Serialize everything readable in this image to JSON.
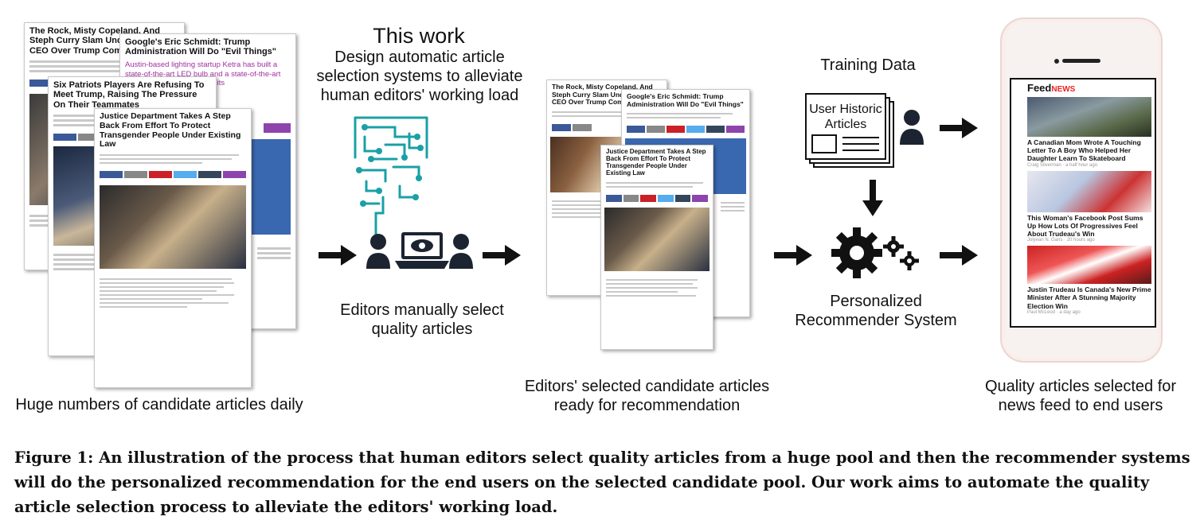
{
  "left_cards": {
    "card1_title": "The Rock, Misty Copeland, And Steph Curry Slam Under Armour CEO Over Trump Comments",
    "card2_title": "Google's Eric Schmidt: Trump Administration Will Do \"Evil Things\"",
    "card2_sub": "Austin-based lighting startup Ketra has built a state-of-the-art LED bulb and a state-of-the-art way to control it. But to sell its",
    "card3_title": "Six Patriots Players Are Refusing To Meet Trump, Raising The Pressure On Their Teammates",
    "card4_title": "Justice Department Takes A Step Back From Effort To Protect Transgender People Under Existing Law"
  },
  "labels": {
    "this_work": "This work",
    "design": "Design automatic article selection systems to alleviate human editors' working load",
    "editors_manual": "Editors manually select quality articles",
    "huge_numbers": "Huge numbers of candidate articles daily",
    "editors_selected": "Editors' selected candidate articles ready for recommendation",
    "training_data": "Training Data",
    "user_historic": "User Historic Articles",
    "personalized": "Personalized Recommender System",
    "quality_selected": "Quality articles selected for news feed to end users"
  },
  "phone": {
    "brand_a": "Feed",
    "brand_b": "NEWS",
    "items": [
      {
        "title": "A Canadian Mom Wrote A Touching Letter To A Boy Who Helped Her Daughter Learn To Skateboard",
        "meta": "Craig Silverman · a half hour ago"
      },
      {
        "title": "This Woman's Facebook Post Sums Up How Lots Of Progressives Feel About Trudeau's Win",
        "meta": "Jolyean N. Gans · 20 hours ago"
      },
      {
        "title": "Justin Trudeau Is Canada's New Prime Minister After A Stunning Majority Election Win",
        "meta": "Paul McLeod · a day ago"
      }
    ]
  },
  "caption": "Figure 1: An illustration of the process that human editors select quality articles from a huge pool and then the recommender systems will do the personalized recommendation for the end users on the selected candidate pool. Our work aims to automate the quality article selection process to alleviate the editors' working load.",
  "colors": {
    "teal": "#1aa0a6",
    "dark": "#1b2430",
    "share_fb": "#3b5998",
    "share_pin": "#cb2027",
    "share_tw": "#55acee",
    "share_tb": "#35465c",
    "share_purple": "#8e44ad",
    "feed_red": "#e22"
  }
}
